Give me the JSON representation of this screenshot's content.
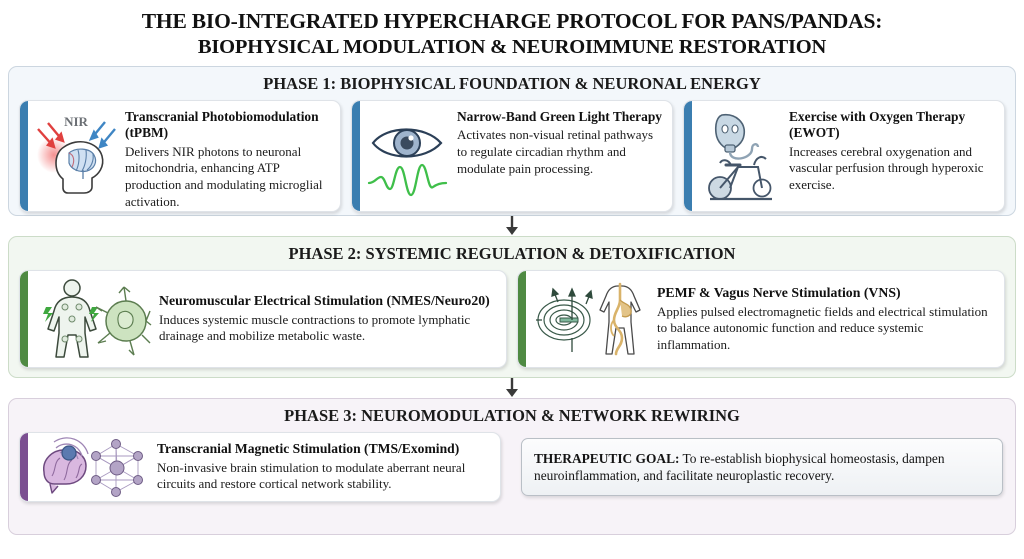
{
  "title": {
    "line1": "THE BIO-INTEGRATED HYPERCHARGE PROTOCOL FOR PANS/PANDAS:",
    "line2": "BIOPHYSICAL MODULATION & NEUROIMMUNE RESTORATION"
  },
  "colors": {
    "phase1_accent": "#3b7eb0",
    "phase2_accent": "#4f8a43",
    "phase3_accent": "#7b4f91",
    "phase1_bg": "#f3f7fb",
    "phase2_bg": "#f2f7f1",
    "phase3_bg": "#f7f3f8"
  },
  "phases": [
    {
      "id": "phase-1",
      "heading": "PHASE 1: BIOPHYSICAL FOUNDATION & NEURONAL ENERGY",
      "cards": [
        {
          "icon": "brain-nir-photobiomodulation-icon",
          "icon_label": "NIR",
          "title": "Transcranial Photobiomodulation (tPBM)",
          "desc": "Delivers NIR photons to neuronal mitochondria, enhancing ATP production and modulating microglial activation."
        },
        {
          "icon": "eye-green-waveform-icon",
          "icon_label": "",
          "title": "Narrow-Band Green Light Therapy",
          "desc": "Activates non-visual retinal pathways to regulate circadian rhythm and modulate pain processing."
        },
        {
          "icon": "oxygen-mask-exercise-bike-icon",
          "icon_label": "",
          "title": "Exercise with Oxygen Therapy (EWOT)",
          "desc": "Increases cerebral oxygenation and vascular perfusion through hyperoxic exercise."
        }
      ]
    },
    {
      "id": "phase-2",
      "heading": "PHASE 2: SYSTEMIC REGULATION & DETOXIFICATION",
      "cards": [
        {
          "icon": "body-electrical-stimulation-cell-icon",
          "icon_label": "",
          "title": "Neuromuscular Electrical Stimulation (NMES/Neuro20)",
          "desc": "Induces systemic muscle contractions to promote lymphatic drainage and mobilize metabolic waste."
        },
        {
          "icon": "magnetic-field-vagus-nerve-icon",
          "icon_label": "",
          "title": "PEMF & Vagus Nerve Stimulation (VNS)",
          "desc": "Applies pulsed electromagnetic fields and electrical stimulation to balance autonomic function and reduce systemic inflammation."
        }
      ]
    },
    {
      "id": "phase-3",
      "heading": "PHASE 3: NEUROMODULATION & NETWORK REWIRING",
      "cards": [
        {
          "icon": "brain-tms-network-icon",
          "icon_label": "",
          "title": "Transcranial Magnetic Stimulation (TMS/Exomind)",
          "desc": "Non-invasive brain stimulation to modulate aberrant neural circuits and restore cortical network stability."
        }
      ],
      "goal": {
        "label": "THERAPEUTIC GOAL:",
        "text": " To re-establish biophysical homeostasis, dampen neuroinflammation, and facilitate neuroplastic recovery."
      }
    }
  ]
}
